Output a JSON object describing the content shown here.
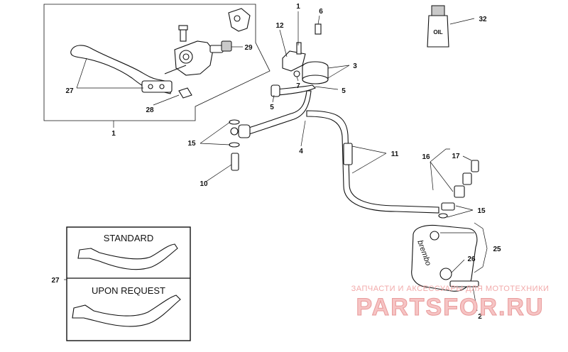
{
  "callouts": {
    "n1_top": "1",
    "n6": "6",
    "n12": "12",
    "n29": "29",
    "n3": "3",
    "n7": "7",
    "n5_right": "5",
    "n5_left": "5",
    "n27_top": "27",
    "n28": "28",
    "n1_bottom": "1",
    "n15_left": "15",
    "n4": "4",
    "n10": "10",
    "n11": "11",
    "n16": "16",
    "n17": "17",
    "n15_right": "15",
    "n25": "25",
    "n26": "26",
    "n2": "2",
    "n32": "32",
    "n27_box": "27"
  },
  "bottle_label": "OIL",
  "caliper_brand": "brembo",
  "lever_box": {
    "standard_label": "STANDARD",
    "upon_request_label": "UPON REQUEST"
  },
  "watermark": {
    "tagline": "ЗАПЧАСТИ И АКСЕССУАРЫ ДЛЯ МОТОТЕХНИКИ",
    "site": "PARTSFOR.RU"
  },
  "colors": {
    "line": "#111111",
    "watermark": "#f2aaaa",
    "background": "#ffffff"
  }
}
